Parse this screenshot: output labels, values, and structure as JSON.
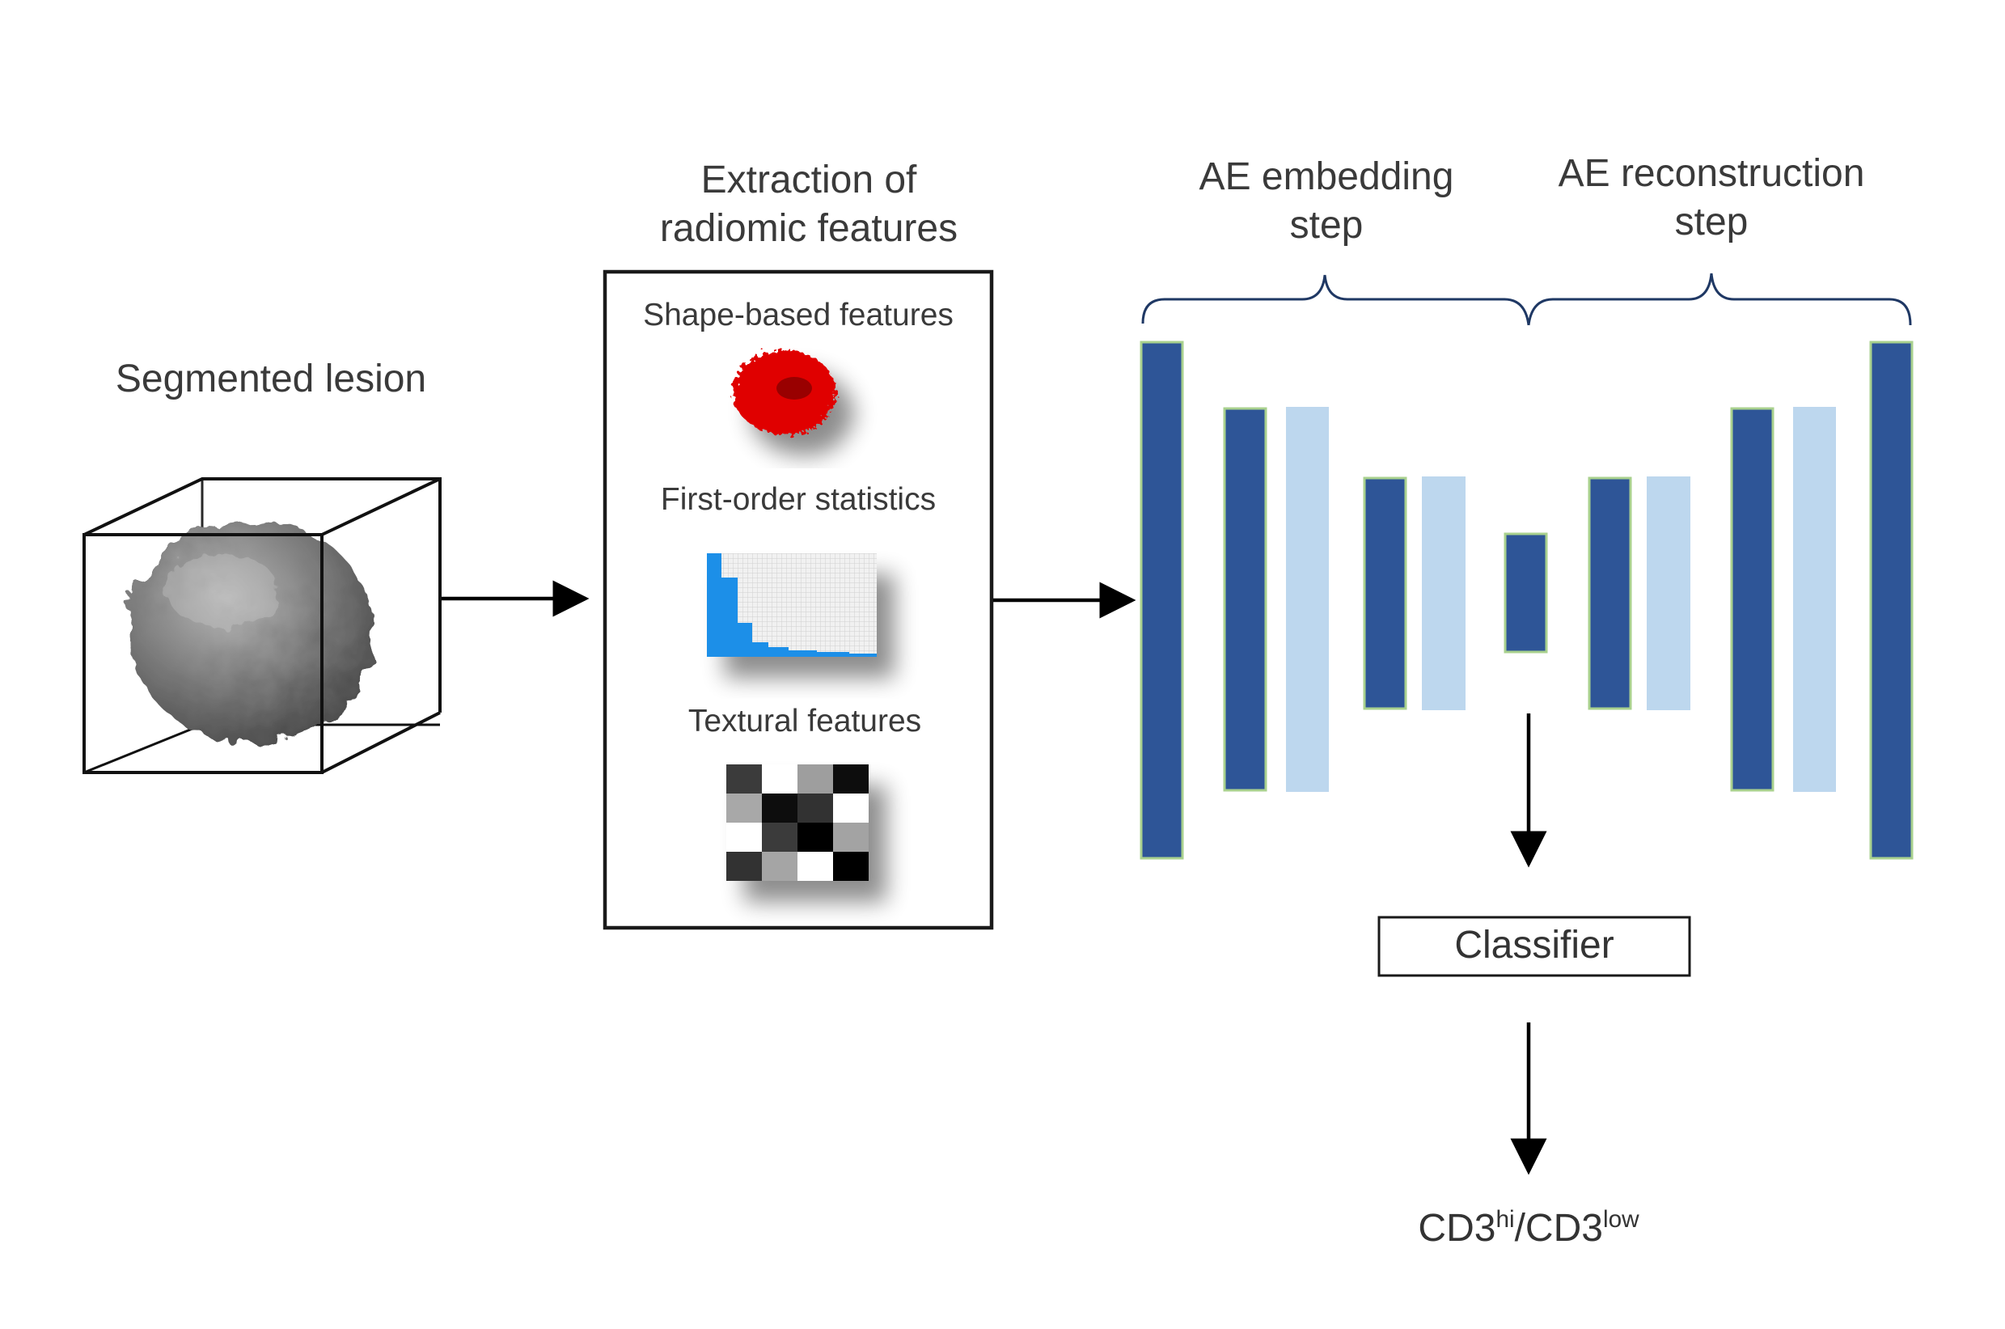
{
  "lesion": {
    "title": "Segmented lesion"
  },
  "extraction": {
    "title_line1": "Extraction of",
    "title_line2": "radiomic features",
    "shape_label": "Shape-based features",
    "firstorder_label": "First-order statistics",
    "textural_label": "Textural features"
  },
  "autoencoder": {
    "embedding_line1": "AE embedding",
    "embedding_line2": "step",
    "reconstruction_line1": "AE reconstruction",
    "reconstruction_line2": "step"
  },
  "classifier": {
    "label": "Classifier"
  },
  "output": {
    "part1": "CD3",
    "sup1": "hi",
    "part2": "/CD3",
    "sup2": "low"
  },
  "colors": {
    "dark_layer": "#2e5597",
    "light_layer": "#bdd7ee",
    "layer_border": "#a9d18e",
    "brace": "#1f3864",
    "lesion": "#7a7a7a",
    "shape_feature": "#e00000",
    "histogram": "#1b8fe8",
    "text": "#3a3a3a"
  },
  "icons": {
    "lesion": "lesion-blob-icon",
    "shape": "red-voxel-blob-icon",
    "histogram": "histogram-icon",
    "texture": "texture-matrix-icon"
  }
}
